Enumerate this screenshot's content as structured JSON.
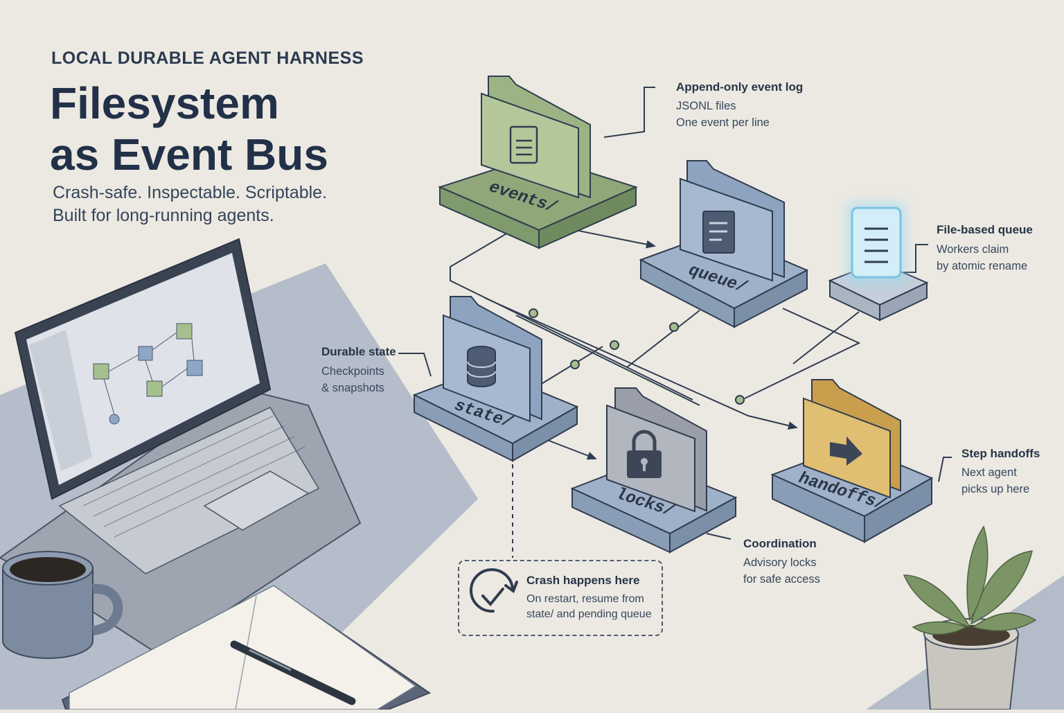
{
  "header": {
    "kicker": "LOCAL DURABLE AGENT HARNESS",
    "title_line1": "Filesystem",
    "title_line2": "as Event Bus",
    "subtitle_line1": "Crash-safe. Inspectable. Scriptable.",
    "subtitle_line2": "Built for long-running agents."
  },
  "folders": {
    "events": "events/",
    "queue": "queue/",
    "state": "state/",
    "locks": "locks/",
    "handoffs": "handoffs/"
  },
  "notes": {
    "event_log": {
      "title": "Append-only event log",
      "line1": "JSONL files",
      "line2": "One event per line"
    },
    "file_queue": {
      "title": "File-based queue",
      "line1": "Workers claim",
      "line2": "by atomic rename"
    },
    "durable_state": {
      "title": "Durable state",
      "line1": "Checkpoints",
      "line2": "& snapshots"
    },
    "step_handoffs": {
      "title": "Step handoffs",
      "line1": "Next agent",
      "line2": "picks up here"
    },
    "coordination": {
      "title": "Coordination",
      "line1": "Advisory locks",
      "line2": "for safe access"
    }
  },
  "crash": {
    "title": "Crash happens here",
    "line1": "On restart, resume from",
    "line2": "state/ and pending queue"
  },
  "colors": {
    "background": "#ece9e2",
    "events_folder": "#a9be8e",
    "queue_folder": "#9fb3cc",
    "handoffs_folder": "#d9b769",
    "queue_glow": "#bfe6f5",
    "text_dark": "#223148"
  }
}
